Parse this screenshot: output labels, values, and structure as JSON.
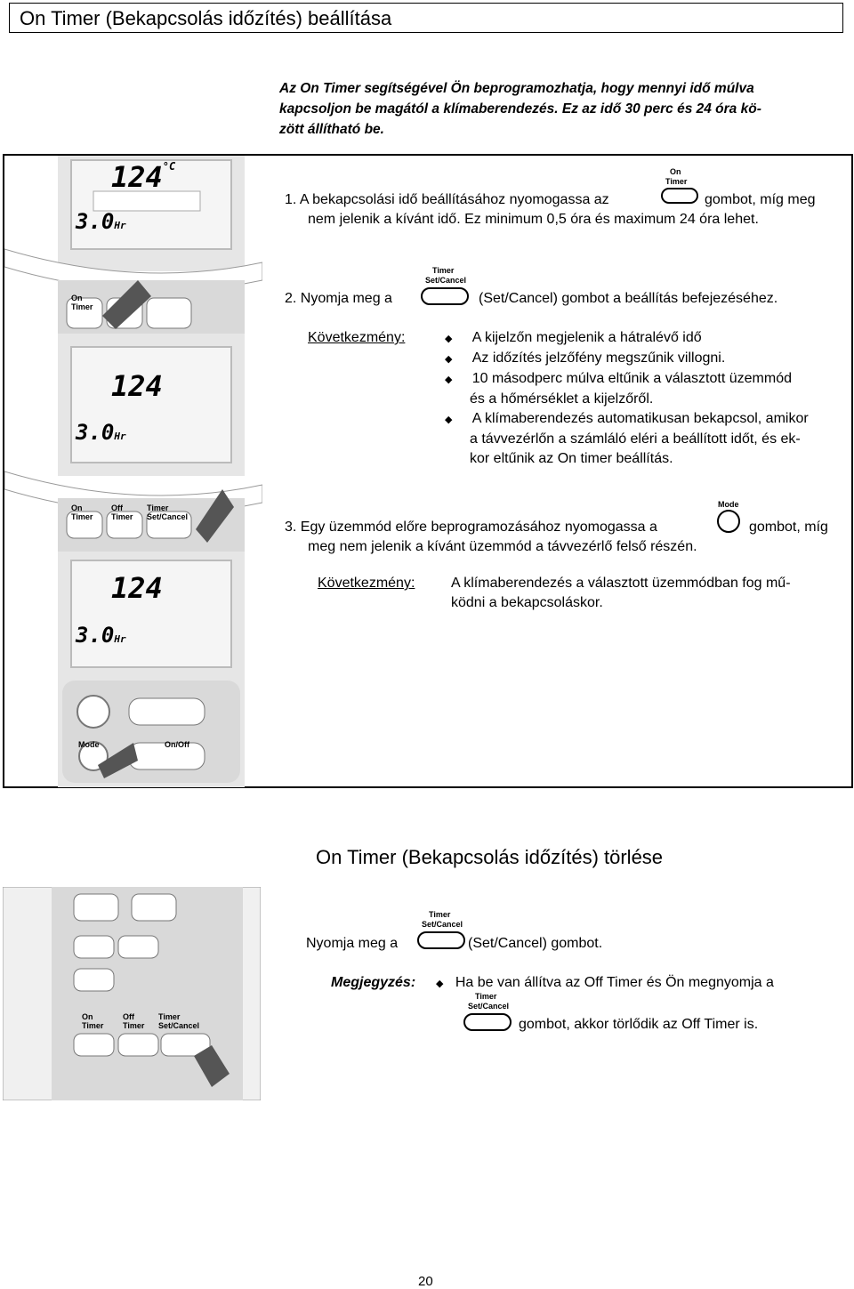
{
  "title": "On Timer (Bekapcsolás időzítés) beállítása",
  "intro": [
    "Az On Timer segítségével Ön beprogramozhatja, hogy mennyi idő múlva",
    "kapcsoljon be magától a klímaberendezés. Ez az idő 30 perc és 24 óra kö-",
    "zött állítható be."
  ],
  "step1": {
    "line1_a": "1.  A bekapcsolási idő beállításához nyomogassa az",
    "line1_b": "gombot, míg meg",
    "line2": "nem jelenik a kívánt idő. Ez minimum 0,5 óra és maximum 24 óra lehet."
  },
  "step2": {
    "line_a": "2.  Nyomja meg a",
    "line_b": "(Set/Cancel) gombot a beállítás befejezéséhez.",
    "result_label": "Következmény:",
    "bullets": [
      "A kijelzőn megjelenik a hátralévő idő",
      "Az időzítés jelzőfény megszűnik villogni.",
      "10 másodperc múlva eltűnik a választott üzemmód",
      "és a hőmérséklet a kijelzőről.",
      "A klímaberendezés automatikusan bekapcsol, amikor",
      "a távvezérlőn a számláló eléri a beállított időt, és ek-",
      "kor eltűnik az On timer beállítás."
    ]
  },
  "step3": {
    "line1_a": "3.  Egy üzemmód előre beprogramozásához nyomogassa a",
    "line1_b": "gombot, míg",
    "line2": "meg nem jelenik a kívánt üzemmód a távvezérlő felső részén.",
    "result_label": "Következmény:",
    "result": [
      "A klímaberendezés a választott üzemmódban fog mű-",
      "ködni a bekapcsoláskor."
    ]
  },
  "section2": {
    "title": "On Timer (Bekapcsolás időzítés) törlése",
    "press_a": "Nyomja meg a",
    "press_b": "(Set/Cancel) gombot.",
    "note_label": "Megjegyzés:",
    "note_a": "Ha be van állítva az Off Timer és Ön megnyomja a",
    "note_b": "gombot, akkor törlődik az Off Timer is."
  },
  "lcd": {
    "temp": "24",
    "temp_unit": "°C",
    "timer": "3.0",
    "hr": "Hr",
    "one": "1"
  },
  "buttons": {
    "on_timer_1": "On",
    "on_timer_2": "Timer",
    "off_timer_1": "Off",
    "off_timer_2": "Timer",
    "timer_1": "Timer",
    "timer_2": "Set/Cancel",
    "mode": "Mode",
    "onoff": "On/Off"
  },
  "page_number": "20",
  "colors": {
    "panel": "#d9d9d9",
    "lcd": "#f2f2f2",
    "accent": "#000000"
  }
}
